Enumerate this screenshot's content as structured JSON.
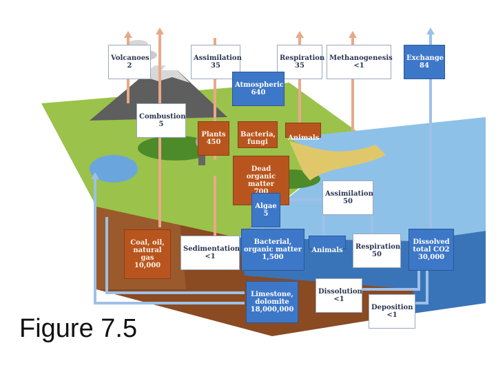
{
  "caption": "Figure 7.5",
  "labels": {
    "volcanoes": {
      "name": "Volcanoes",
      "value": "2"
    },
    "assimilation_land": {
      "name": "Assimilation",
      "value": "35"
    },
    "respiration_land": {
      "name": "Respiration",
      "value": "35"
    },
    "methanogenesis": {
      "name": "Methanogenesis",
      "value": "<1"
    },
    "exchange": {
      "name": "Exchange",
      "value": "84"
    },
    "atmospheric": {
      "name": "Atmospheric",
      "value": "640"
    },
    "combustion": {
      "name": "Combustion",
      "value": "5"
    },
    "plants": {
      "name": "Plants",
      "value": "450"
    },
    "bacteria_fungi": {
      "name": "Bacteria,\nfungi",
      "value": ""
    },
    "animals_land": {
      "name": "Animals",
      "value": ""
    },
    "dead_organic": {
      "name": "Dead organic\nmatter",
      "value": "700"
    },
    "assimilation_ocean": {
      "name": "Assimilation",
      "value": "50"
    },
    "algae": {
      "name": "Algae",
      "value": "5"
    },
    "coal": {
      "name": "Coal, oil,\nnatural gas",
      "value": "10,000"
    },
    "sedimentation": {
      "name": "Sedimentation",
      "value": "<1"
    },
    "bacterial_organic": {
      "name": "Bacterial,\norganic matter",
      "value": "1,500"
    },
    "animals_ocean": {
      "name": "Animals",
      "value": ""
    },
    "respiration_ocean": {
      "name": "Respiration",
      "value": "50"
    },
    "dissolved": {
      "name": "Dissolved\ntotal CO2",
      "value": "30,000"
    },
    "dissolution": {
      "name": "Dissolution",
      "value": "<1"
    },
    "limestone": {
      "name": "Limestone,\ndolomite",
      "value": "18,000,000"
    },
    "deposition": {
      "name": "Deposition",
      "value": "<1"
    }
  },
  "colors": {
    "land_flow": "#e8a98a",
    "ocean_flow": "#9ec0e8",
    "brown_box": "#b8551f",
    "blue_box": "#3d77c8"
  }
}
